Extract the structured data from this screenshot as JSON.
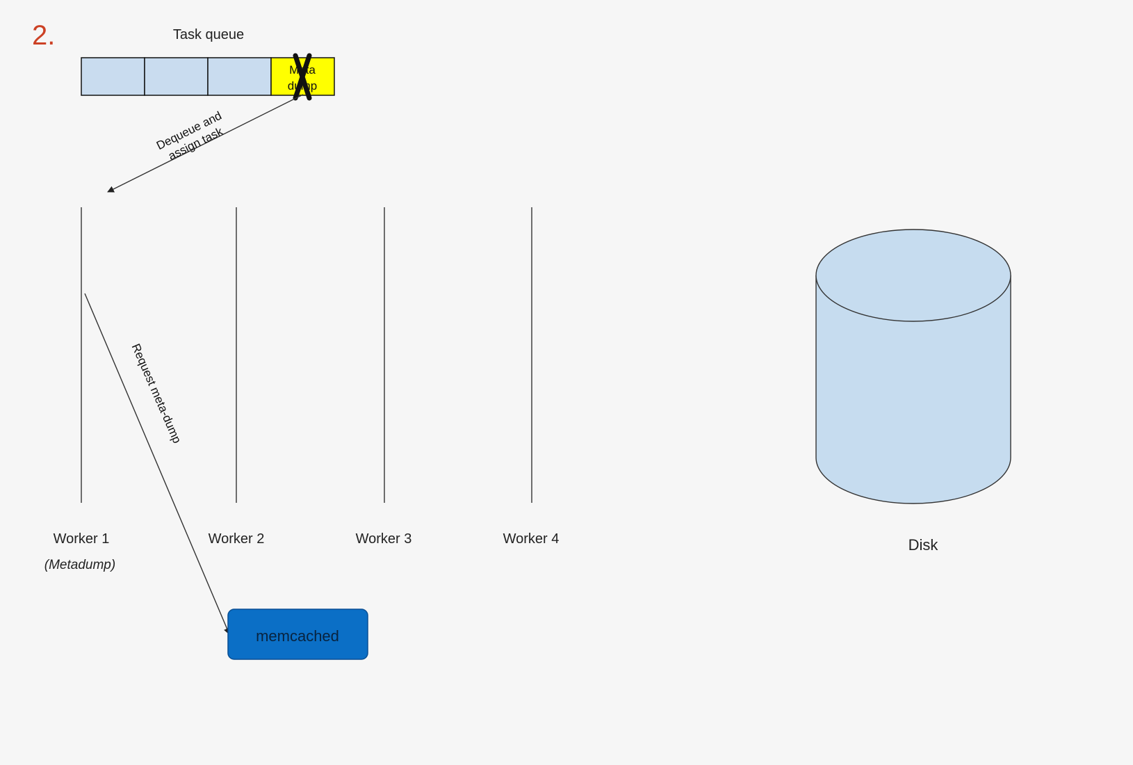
{
  "step_number": "2.",
  "task_queue": {
    "title": "Task queue",
    "slots": [
      {
        "label": "",
        "fill": "#c9dcef"
      },
      {
        "label": "",
        "fill": "#c9dcef"
      },
      {
        "label": "",
        "fill": "#c9dcef"
      },
      {
        "label_line1": "Meta",
        "label_line2": "dump",
        "fill": "#ffff00",
        "crossed_out": true
      }
    ]
  },
  "arrows": {
    "dequeue_line1": "Dequeue and",
    "dequeue_line2": "assign task",
    "request": "Request meta-dump"
  },
  "workers": [
    {
      "label": "Worker 1",
      "sublabel": "(Metadump)"
    },
    {
      "label": "Worker 2"
    },
    {
      "label": "Worker 3"
    },
    {
      "label": "Worker 4"
    }
  ],
  "memcached": {
    "label": "memcached",
    "fill": "#0b6fc6",
    "stroke": "#0a4f93"
  },
  "disk": {
    "label": "Disk",
    "fill": "#c6dcef"
  }
}
